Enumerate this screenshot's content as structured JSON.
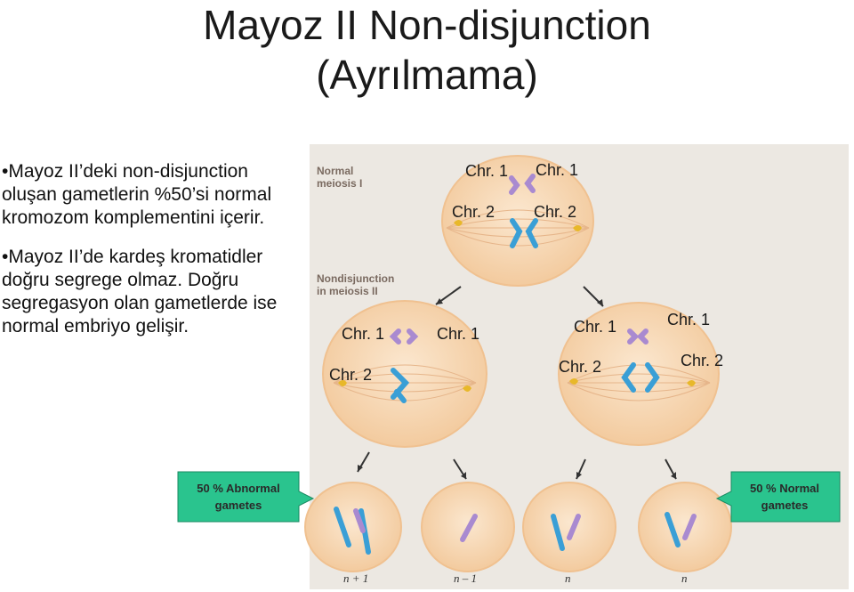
{
  "title": {
    "line1": "Mayoz II Non-disjunction",
    "line2": "(Ayrılmama)"
  },
  "bullets": [
    "•Mayoz II’deki non-disjunction oluşan gametlerin %50’si normal kromozom komplementini içerir.",
    "•Mayoz II’de kardeş kromatidler doğru segrege olmaz. Doğru segregasyon olan gametlerde ise normal embriyo gelişir."
  ],
  "figure": {
    "stage_labels": {
      "meiosis1_l1": "Normal",
      "meiosis1_l2": "meiosis I",
      "meiosis2_l1": "Nondisjunction",
      "meiosis2_l2": "in meiosis II"
    },
    "top_cell": {
      "chr1_left": "Chr. 1",
      "chr1_right": "Chr. 1",
      "chr2_left": "Chr. 2",
      "chr2_right": "Chr. 2"
    },
    "left_cell": {
      "chr1_left": "Chr. 1",
      "chr1_right": "Chr. 1",
      "chr2": "Chr. 2"
    },
    "right_cell": {
      "chr1_left": "Chr. 1",
      "chr1_right": "Chr. 1",
      "chr2_left": "Chr. 2",
      "chr2_right": "Chr. 2"
    },
    "abnormal_badge": {
      "l1": "50 % Abnormal",
      "l2": "gametes"
    },
    "normal_badge": {
      "l1": "50 % Normal",
      "l2": "gametes"
    },
    "gamete_labels": [
      "n + 1",
      "n – 1",
      "n",
      "n"
    ],
    "colors": {
      "panel": "#ece8e2",
      "cell": "#f7d9b6",
      "chr1": "#a98ad0",
      "chr2": "#3a9fd6",
      "badge": "#2ac48e",
      "centrosome": "#e8b82a"
    }
  }
}
